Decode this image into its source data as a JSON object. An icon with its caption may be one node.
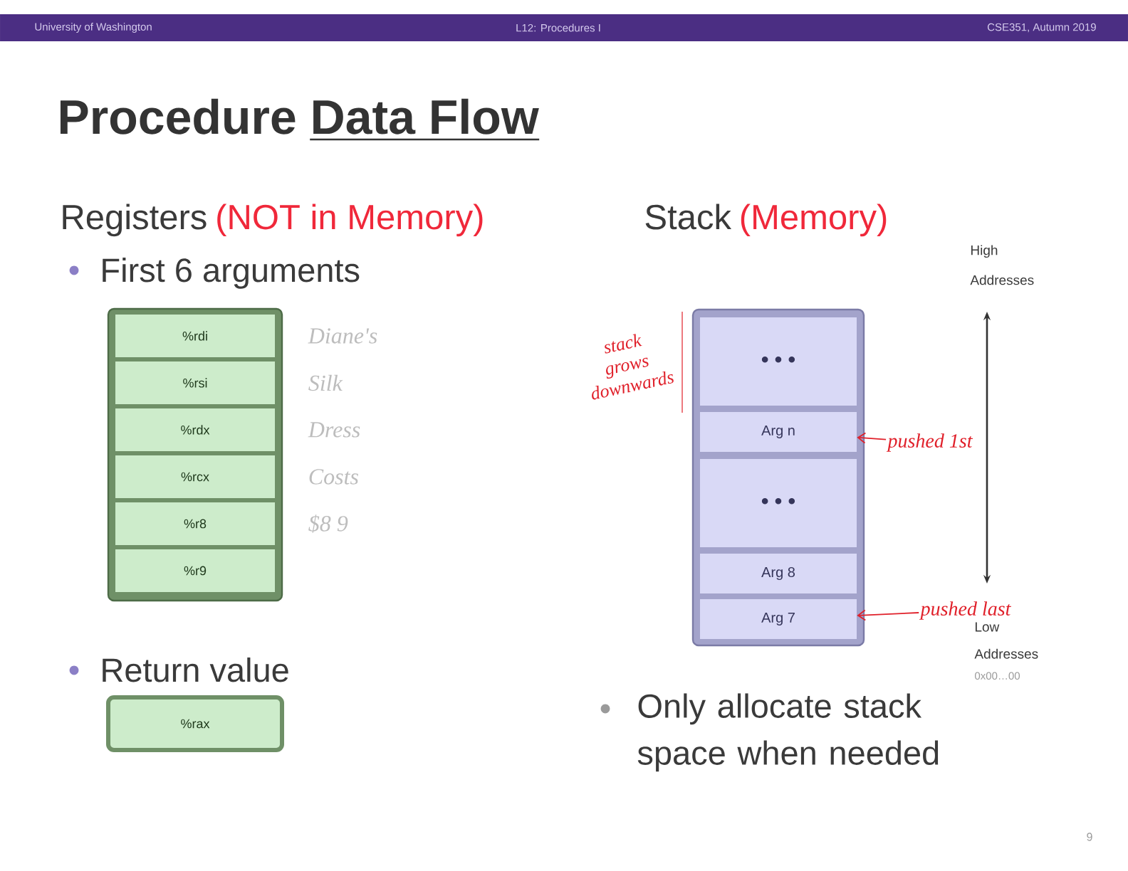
{
  "diagram": {
    "title": "Procedure Data Flow",
    "nodes": [
      {
        "text": [],
        "shape": "box"
      },
      {
        "text": [
          "%rdi"
        ],
        "in": 0,
        "beside": [
          "Diane's"
        ]
      },
      {
        "text": [
          "%rsi"
        ],
        "in": 0,
        "beside": [
          "Silk"
        ]
      },
      {
        "text": [
          "%rdx"
        ],
        "in": 0,
        "beside": [
          "Dress"
        ]
      },
      {
        "text": [
          "%rcx"
        ],
        "in": 0,
        "beside": [
          "Costs"
        ]
      },
      {
        "text": [
          "%r8"
        ],
        "in": 0,
        "beside": [
          "$8 9"
        ]
      },
      {
        "text": [
          "%r9"
        ],
        "in": 0
      },
      {
        "text": [
          "%rax"
        ]
      },
      {
        "text": [],
        "shape": "box"
      },
      {
        "text": [
          "• • •"
        ],
        "in": 8
      },
      {
        "text": [
          "Arg n"
        ],
        "in": 8
      },
      {
        "text": [
          "• • •"
        ],
        "in": 8
      },
      {
        "text": [
          "Arg 8"
        ],
        "in": 8
      },
      {
        "text": [
          "Arg 7"
        ],
        "in": 8
      },
      {
        "text": [
          "pushed 1st"
        ]
      },
      {
        "text": [
          "pushed last"
        ]
      }
    ],
    "edges": [
      {
        "from": 14,
        "to": 10,
        "arrow": "to"
      },
      {
        "from": 15,
        "to": 13,
        "arrow": "to"
      }
    ],
    "labels": [
      "University of Washington",
      "L12: Procedures I",
      "CSE351, Autumn 2019",
      "Registers",
      "(NOT in Memory)",
      "Stack",
      "(Memory)",
      "First 6 arguments",
      "High Addresses",
      "stack grows downwards",
      "Low Addresses",
      "0x00…00",
      "Return value",
      "Only allocate stack space when needed",
      "9"
    ]
  }
}
